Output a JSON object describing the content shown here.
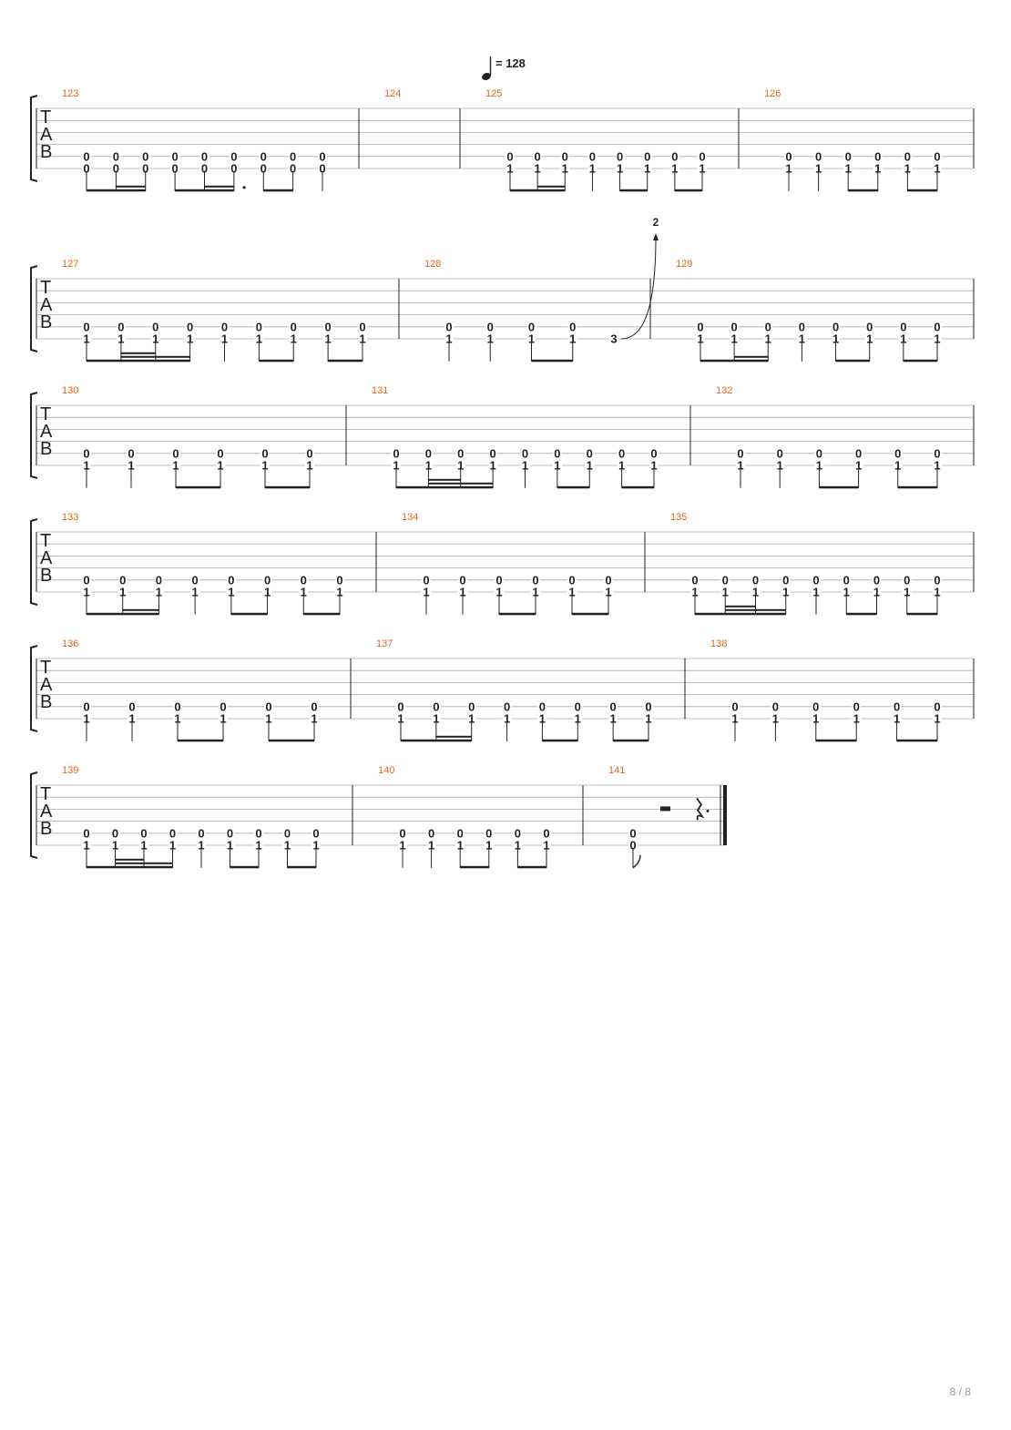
{
  "tempo": {
    "bpm_label": "= 128",
    "note_icon": "quarter-note-icon"
  },
  "page_indicator": "8 / 8",
  "tab_clef": [
    "T",
    "A",
    "B"
  ],
  "systems": [
    {
      "measures": [
        {
          "number": "123",
          "notes": [
            {
              "f": [
                "0",
                "0"
              ],
              "sg": "b0"
            },
            {
              "f": [
                "0",
                "0"
              ],
              "sg": "b0"
            },
            {
              "f": [
                "0",
                "0"
              ],
              "sg": "b0"
            },
            {
              "f": [
                "0",
                "0"
              ],
              "sg": "b1"
            },
            {
              "f": [
                "0",
                "0"
              ],
              "sg": "b1"
            },
            {
              "f": [
                "0",
                "0"
              ],
              "sg": "b1"
            },
            {
              "f": [
                "0",
                "0"
              ],
              "sg": "b2"
            },
            {
              "f": [
                "0",
                "0"
              ],
              "sg": "b2"
            },
            {
              "f": [
                "0",
                "0"
              ],
              "sg": "s"
            }
          ]
        },
        {
          "number": "124",
          "notes": []
        },
        {
          "number": "125",
          "notes": [
            {
              "f": [
                "0",
                "1"
              ],
              "sg": "b0"
            },
            {
              "f": [
                "0",
                "1"
              ],
              "sg": "b0"
            },
            {
              "f": [
                "0",
                "1"
              ],
              "sg": "b0"
            },
            {
              "f": [
                "0",
                "1"
              ],
              "sg": "s"
            },
            {
              "f": [
                "0",
                "1"
              ],
              "sg": "b1"
            },
            {
              "f": [
                "0",
                "1"
              ],
              "sg": "b1"
            },
            {
              "f": [
                "0",
                "1"
              ],
              "sg": "b2"
            },
            {
              "f": [
                "0",
                "1"
              ],
              "sg": "b2"
            }
          ]
        },
        {
          "number": "126",
          "notes": [
            {
              "f": [
                "0",
                "1"
              ],
              "sg": "s"
            },
            {
              "f": [
                "0",
                "1"
              ],
              "sg": "s"
            },
            {
              "f": [
                "0",
                "1"
              ],
              "sg": "b0"
            },
            {
              "f": [
                "0",
                "1"
              ],
              "sg": "b0"
            },
            {
              "f": [
                "0",
                "1"
              ],
              "sg": "b1"
            },
            {
              "f": [
                "0",
                "1"
              ],
              "sg": "b1"
            }
          ]
        }
      ]
    },
    {
      "measures": [
        {
          "number": "127",
          "notes": [
            {
              "f": [
                "0",
                "1"
              ],
              "sg": "b0"
            },
            {
              "f": [
                "0",
                "1"
              ],
              "sg": "b0"
            },
            {
              "f": [
                "0",
                "1"
              ],
              "sg": "b0"
            },
            {
              "f": [
                "0",
                "1"
              ],
              "sg": "b0"
            },
            {
              "f": [
                "0",
                "1"
              ],
              "sg": "s"
            },
            {
              "f": [
                "0",
                "1"
              ],
              "sg": "b1"
            },
            {
              "f": [
                "0",
                "1"
              ],
              "sg": "b1"
            },
            {
              "f": [
                "0",
                "1"
              ],
              "sg": "b2"
            },
            {
              "f": [
                "0",
                "1"
              ],
              "sg": "b2"
            }
          ]
        },
        {
          "number": "128",
          "notes": [
            {
              "f": [
                "0",
                "1"
              ],
              "sg": "s"
            },
            {
              "f": [
                "0",
                "1"
              ],
              "sg": "s"
            },
            {
              "f": [
                "0",
                "1"
              ],
              "sg": "b0"
            },
            {
              "f": [
                "0",
                "1"
              ],
              "sg": "b0"
            },
            {
              "f": [
                "",
                "3"
              ],
              "sg": "s"
            }
          ],
          "bend": {
            "from_fret": "3",
            "amount": "2"
          }
        },
        {
          "number": "129",
          "notes": [
            {
              "f": [
                "0",
                "1"
              ],
              "sg": "b0"
            },
            {
              "f": [
                "0",
                "1"
              ],
              "sg": "b0"
            },
            {
              "f": [
                "0",
                "1"
              ],
              "sg": "b0"
            },
            {
              "f": [
                "0",
                "1"
              ],
              "sg": "s"
            },
            {
              "f": [
                "0",
                "1"
              ],
              "sg": "b1"
            },
            {
              "f": [
                "0",
                "1"
              ],
              "sg": "b1"
            },
            {
              "f": [
                "0",
                "1"
              ],
              "sg": "b2"
            },
            {
              "f": [
                "0",
                "1"
              ],
              "sg": "b2"
            }
          ]
        }
      ]
    },
    {
      "measures": [
        {
          "number": "130",
          "notes": [
            {
              "f": [
                "0",
                "1"
              ],
              "sg": "s"
            },
            {
              "f": [
                "0",
                "1"
              ],
              "sg": "s"
            },
            {
              "f": [
                "0",
                "1"
              ],
              "sg": "b0"
            },
            {
              "f": [
                "0",
                "1"
              ],
              "sg": "b0"
            },
            {
              "f": [
                "0",
                "1"
              ],
              "sg": "b1"
            },
            {
              "f": [
                "0",
                "1"
              ],
              "sg": "b1"
            }
          ]
        },
        {
          "number": "131",
          "notes": [
            {
              "f": [
                "0",
                "1"
              ],
              "sg": "b0"
            },
            {
              "f": [
                "0",
                "1"
              ],
              "sg": "b0"
            },
            {
              "f": [
                "0",
                "1"
              ],
              "sg": "b0"
            },
            {
              "f": [
                "0",
                "1"
              ],
              "sg": "b0"
            },
            {
              "f": [
                "0",
                "1"
              ],
              "sg": "s"
            },
            {
              "f": [
                "0",
                "1"
              ],
              "sg": "b1"
            },
            {
              "f": [
                "0",
                "1"
              ],
              "sg": "b1"
            },
            {
              "f": [
                "0",
                "1"
              ],
              "sg": "b2"
            },
            {
              "f": [
                "0",
                "1"
              ],
              "sg": "b2"
            }
          ]
        },
        {
          "number": "132",
          "notes": [
            {
              "f": [
                "0",
                "1"
              ],
              "sg": "s"
            },
            {
              "f": [
                "0",
                "1"
              ],
              "sg": "s"
            },
            {
              "f": [
                "0",
                "1"
              ],
              "sg": "b0"
            },
            {
              "f": [
                "0",
                "1"
              ],
              "sg": "b0"
            },
            {
              "f": [
                "0",
                "1"
              ],
              "sg": "b1"
            },
            {
              "f": [
                "0",
                "1"
              ],
              "sg": "b1"
            }
          ]
        }
      ]
    },
    {
      "measures": [
        {
          "number": "133",
          "notes": [
            {
              "f": [
                "0",
                "1"
              ],
              "sg": "b0"
            },
            {
              "f": [
                "0",
                "1"
              ],
              "sg": "b0"
            },
            {
              "f": [
                "0",
                "1"
              ],
              "sg": "b0"
            },
            {
              "f": [
                "0",
                "1"
              ],
              "sg": "s"
            },
            {
              "f": [
                "0",
                "1"
              ],
              "sg": "b1"
            },
            {
              "f": [
                "0",
                "1"
              ],
              "sg": "b1"
            },
            {
              "f": [
                "0",
                "1"
              ],
              "sg": "b2"
            },
            {
              "f": [
                "0",
                "1"
              ],
              "sg": "b2"
            }
          ]
        },
        {
          "number": "134",
          "notes": [
            {
              "f": [
                "0",
                "1"
              ],
              "sg": "s"
            },
            {
              "f": [
                "0",
                "1"
              ],
              "sg": "s"
            },
            {
              "f": [
                "0",
                "1"
              ],
              "sg": "b0"
            },
            {
              "f": [
                "0",
                "1"
              ],
              "sg": "b0"
            },
            {
              "f": [
                "0",
                "1"
              ],
              "sg": "b1"
            },
            {
              "f": [
                "0",
                "1"
              ],
              "sg": "b1"
            }
          ]
        },
        {
          "number": "135",
          "notes": [
            {
              "f": [
                "0",
                "1"
              ],
              "sg": "b0"
            },
            {
              "f": [
                "0",
                "1"
              ],
              "sg": "b0"
            },
            {
              "f": [
                "0",
                "1"
              ],
              "sg": "b0"
            },
            {
              "f": [
                "0",
                "1"
              ],
              "sg": "b0"
            },
            {
              "f": [
                "0",
                "1"
              ],
              "sg": "s"
            },
            {
              "f": [
                "0",
                "1"
              ],
              "sg": "b1"
            },
            {
              "f": [
                "0",
                "1"
              ],
              "sg": "b1"
            },
            {
              "f": [
                "0",
                "1"
              ],
              "sg": "b2"
            },
            {
              "f": [
                "0",
                "1"
              ],
              "sg": "b2"
            }
          ]
        }
      ]
    },
    {
      "measures": [
        {
          "number": "136",
          "notes": [
            {
              "f": [
                "0",
                "1"
              ],
              "sg": "s"
            },
            {
              "f": [
                "0",
                "1"
              ],
              "sg": "s"
            },
            {
              "f": [
                "0",
                "1"
              ],
              "sg": "b0"
            },
            {
              "f": [
                "0",
                "1"
              ],
              "sg": "b0"
            },
            {
              "f": [
                "0",
                "1"
              ],
              "sg": "b1"
            },
            {
              "f": [
                "0",
                "1"
              ],
              "sg": "b1"
            }
          ]
        },
        {
          "number": "137",
          "notes": [
            {
              "f": [
                "0",
                "1"
              ],
              "sg": "b0"
            },
            {
              "f": [
                "0",
                "1"
              ],
              "sg": "b0"
            },
            {
              "f": [
                "0",
                "1"
              ],
              "sg": "b0"
            },
            {
              "f": [
                "0",
                "1"
              ],
              "sg": "s"
            },
            {
              "f": [
                "0",
                "1"
              ],
              "sg": "b1"
            },
            {
              "f": [
                "0",
                "1"
              ],
              "sg": "b1"
            },
            {
              "f": [
                "0",
                "1"
              ],
              "sg": "b2"
            },
            {
              "f": [
                "0",
                "1"
              ],
              "sg": "b2"
            }
          ]
        },
        {
          "number": "138",
          "notes": [
            {
              "f": [
                "0",
                "1"
              ],
              "sg": "s"
            },
            {
              "f": [
                "0",
                "1"
              ],
              "sg": "s"
            },
            {
              "f": [
                "0",
                "1"
              ],
              "sg": "b0"
            },
            {
              "f": [
                "0",
                "1"
              ],
              "sg": "b0"
            },
            {
              "f": [
                "0",
                "1"
              ],
              "sg": "b1"
            },
            {
              "f": [
                "0",
                "1"
              ],
              "sg": "b1"
            }
          ]
        }
      ]
    },
    {
      "measures": [
        {
          "number": "139",
          "notes": [
            {
              "f": [
                "0",
                "1"
              ],
              "sg": "b0"
            },
            {
              "f": [
                "0",
                "1"
              ],
              "sg": "b0"
            },
            {
              "f": [
                "0",
                "1"
              ],
              "sg": "b0"
            },
            {
              "f": [
                "0",
                "1"
              ],
              "sg": "b0"
            },
            {
              "f": [
                "0",
                "1"
              ],
              "sg": "s"
            },
            {
              "f": [
                "0",
                "1"
              ],
              "sg": "b1"
            },
            {
              "f": [
                "0",
                "1"
              ],
              "sg": "b1"
            },
            {
              "f": [
                "0",
                "1"
              ],
              "sg": "b2"
            },
            {
              "f": [
                "0",
                "1"
              ],
              "sg": "b2"
            }
          ]
        },
        {
          "number": "140",
          "notes": [
            {
              "f": [
                "0",
                "1"
              ],
              "sg": "s"
            },
            {
              "f": [
                "0",
                "1"
              ],
              "sg": "s"
            },
            {
              "f": [
                "0",
                "1"
              ],
              "sg": "b0"
            },
            {
              "f": [
                "0",
                "1"
              ],
              "sg": "b0"
            },
            {
              "f": [
                "0",
                "1"
              ],
              "sg": "b1"
            },
            {
              "f": [
                "0",
                "1"
              ],
              "sg": "b1"
            }
          ]
        },
        {
          "number": "141",
          "notes": [
            {
              "f": [
                "0",
                "0"
              ],
              "sg": "s"
            }
          ],
          "rests": [
            "half-rest-icon",
            "dotted-quarter-rest-icon"
          ],
          "final": true
        }
      ]
    }
  ]
}
